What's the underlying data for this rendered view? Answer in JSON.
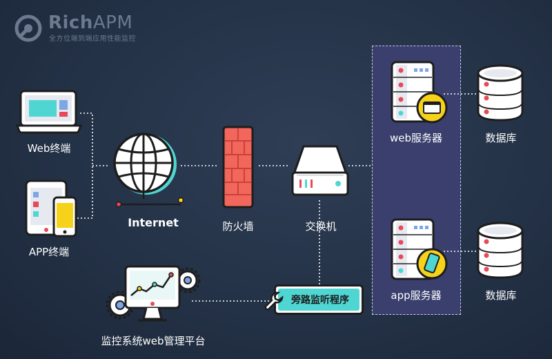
{
  "logo": {
    "brand_bold": "Rich",
    "brand_thin": "APM",
    "tagline": "全方位端到端应用性能监控"
  },
  "nodes": {
    "web_client": "Web终端",
    "app_client": "APP终端",
    "internet": "Internet",
    "firewall": "防火墙",
    "switch": "交换机",
    "web_server": "web服务器",
    "app_server": "app服务器",
    "database_1": "数据库",
    "database_2": "数据库",
    "monitor_platform": "监控系统web管理平台",
    "bypass_monitor": "旁路监听程序"
  },
  "colors": {
    "background": "#243247",
    "accent_cyan": "#4fd6d2",
    "accent_red": "#e8485a",
    "accent_yellow": "#f7d21b",
    "firewall": "#f2665c",
    "server_zone": "#3a3f6e"
  }
}
